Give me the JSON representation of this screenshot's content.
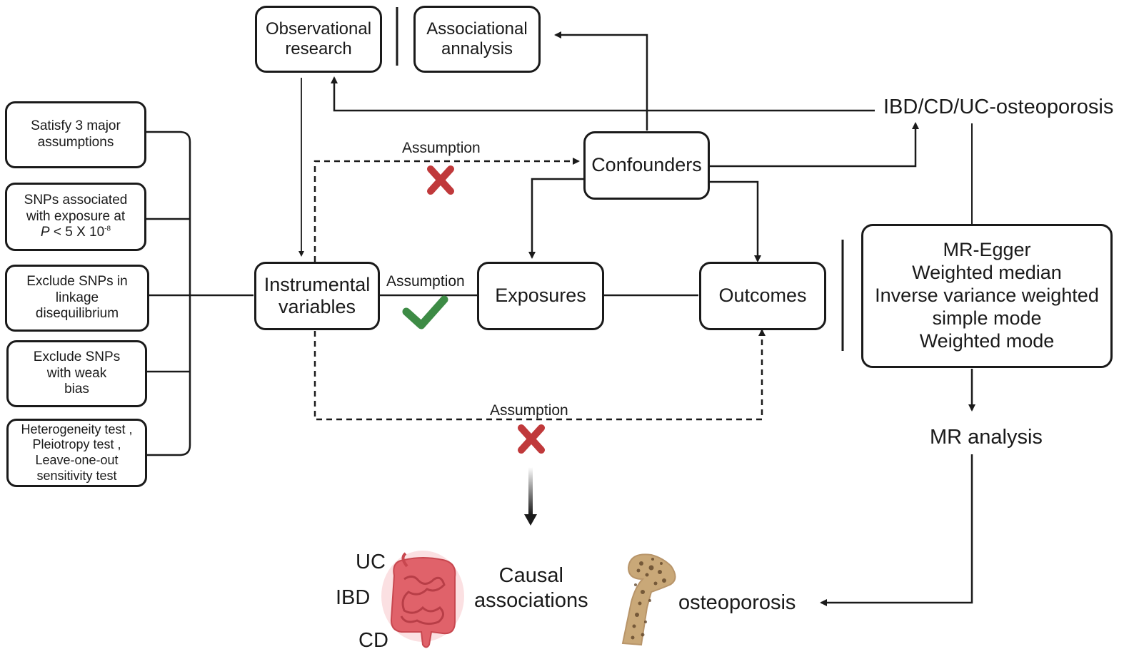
{
  "top": {
    "observational": [
      "Observational",
      "research"
    ],
    "associational": [
      "Associational",
      "annalysis"
    ]
  },
  "criteria": [
    [
      "Satisfy 3 major",
      "assumptions"
    ],
    [
      "SNPs associated",
      "with exposure at",
      "P < 5 X 10-8"
    ],
    [
      "Exclude SNPs in",
      "linkage",
      "disequilibrium"
    ],
    [
      "Exclude SNPs",
      "with weak",
      "bias"
    ],
    [
      "Heterogeneity test ,",
      "Pleiotropy test ,",
      "Leave-one-out",
      "sensitivity test"
    ]
  ],
  "pvalue": {
    "p": "P",
    "rest": " < 5 X 10",
    "exp": "-8"
  },
  "nodes": {
    "iv": [
      "Instrumental",
      "variables"
    ],
    "exposures": "Exposures",
    "outcomes": "Outcomes",
    "confounders": "Confounders"
  },
  "assumptions": {
    "top": "Assumption",
    "middle": "Assumption",
    "bottom": "Assumption"
  },
  "marks": {
    "cross": "cross-icon",
    "check": "check-icon"
  },
  "right": {
    "title": "IBD/CD/UC-osteoporosis",
    "methods": [
      "MR-Egger",
      "Weighted median",
      "Inverse variance weighted",
      "simple mode",
      "Weighted mode"
    ],
    "analysis": "MR analysis"
  },
  "bottom": {
    "uc": "UC",
    "ibd": "IBD",
    "cd": "CD",
    "causal": [
      "Causal",
      "associations"
    ],
    "osteoporosis": "osteoporosis"
  },
  "colors": {
    "cross": "#c0393b",
    "check": "#3d8b45",
    "line": "#1a1a1a",
    "intestine": "#e0626a",
    "bone": "#c9a878"
  }
}
